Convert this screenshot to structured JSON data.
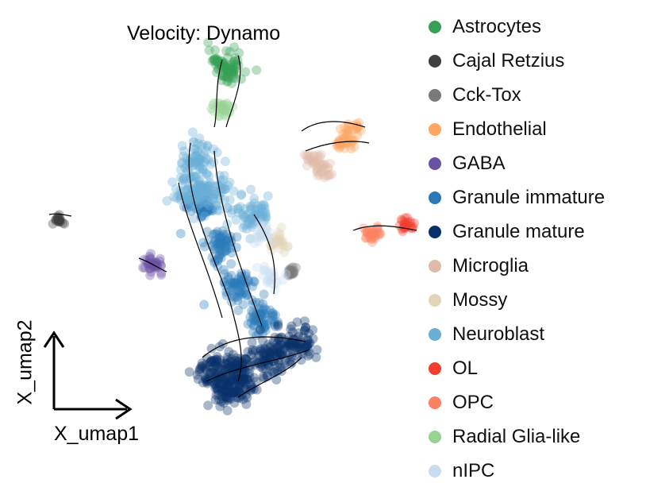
{
  "chart_data": {
    "type": "scatter",
    "title": "Velocity: Dynamo",
    "xlabel": "X_umap1",
    "ylabel": "X_umap2",
    "xlim": [
      0,
      10
    ],
    "ylim": [
      0,
      10
    ],
    "legend_position": "right",
    "grid": false,
    "series": [
      {
        "name": "Astrocytes",
        "color": "#37a055",
        "centers": [
          [
            5.2,
            9.1
          ],
          [
            5.0,
            9.4
          ]
        ],
        "spread": 0.3,
        "n": 80
      },
      {
        "name": "Cajal Retzius",
        "color": "#404040",
        "centers": [
          [
            0.69,
            5.07
          ]
        ],
        "spread": 0.12,
        "n": 20
      },
      {
        "name": "Cck-Tox",
        "color": "#7a7a7a",
        "centers": [
          [
            6.8,
            3.63
          ]
        ],
        "spread": 0.12,
        "n": 20
      },
      {
        "name": "Endothelial",
        "color": "#fda762",
        "centers": [
          [
            8.44,
            7.5
          ],
          [
            8.2,
            7.2
          ]
        ],
        "spread": 0.25,
        "n": 50
      },
      {
        "name": "GABA",
        "color": "#6b51a3",
        "centers": [
          [
            3.19,
            3.85
          ]
        ],
        "spread": 0.2,
        "n": 35
      },
      {
        "name": "Granule immature",
        "color": "#2a7ab9",
        "centers": [
          [
            4.48,
            5.43
          ],
          [
            5.0,
            4.35
          ],
          [
            5.42,
            3.26
          ],
          [
            6.04,
            2.39
          ]
        ],
        "spread": 0.35,
        "n": 260
      },
      {
        "name": "Granule mature",
        "color": "#08306b",
        "centers": [
          [
            5.42,
            0.87
          ],
          [
            6.25,
            1.3
          ],
          [
            6.88,
            1.74
          ],
          [
            5.21,
            0.43
          ],
          [
            4.8,
            0.9
          ]
        ],
        "spread": 0.45,
        "n": 420
      },
      {
        "name": "Microglia",
        "color": "#dfb9a9",
        "centers": [
          [
            7.4,
            6.74
          ],
          [
            7.6,
            6.4
          ]
        ],
        "spread": 0.22,
        "n": 45
      },
      {
        "name": "Mossy",
        "color": "#e1d5b7",
        "centers": [
          [
            6.46,
            4.46
          ]
        ],
        "spread": 0.25,
        "n": 30
      },
      {
        "name": "Neuroblast",
        "color": "#6aaed6",
        "centers": [
          [
            4.38,
            6.74
          ],
          [
            4.69,
            5.87
          ],
          [
            4.17,
            5.87
          ],
          [
            5.83,
            5.22
          ]
        ],
        "spread": 0.4,
        "n": 260
      },
      {
        "name": "OL",
        "color": "#f03f2e",
        "centers": [
          [
            9.83,
            4.93
          ]
        ],
        "spread": 0.15,
        "n": 25
      },
      {
        "name": "OPC",
        "color": "#fc8262",
        "centers": [
          [
            8.96,
            4.72
          ]
        ],
        "spread": 0.2,
        "n": 30
      },
      {
        "name": "Radial Glia-like",
        "color": "#98d393",
        "centers": [
          [
            4.96,
            8.15
          ]
        ],
        "spread": 0.2,
        "n": 30
      },
      {
        "name": "nIPC",
        "color": "#c9ddf0",
        "centers": [
          [
            6.25,
            3.48
          ],
          [
            6.04,
            4.78
          ]
        ],
        "spread": 0.3,
        "n": 40
      }
    ]
  }
}
